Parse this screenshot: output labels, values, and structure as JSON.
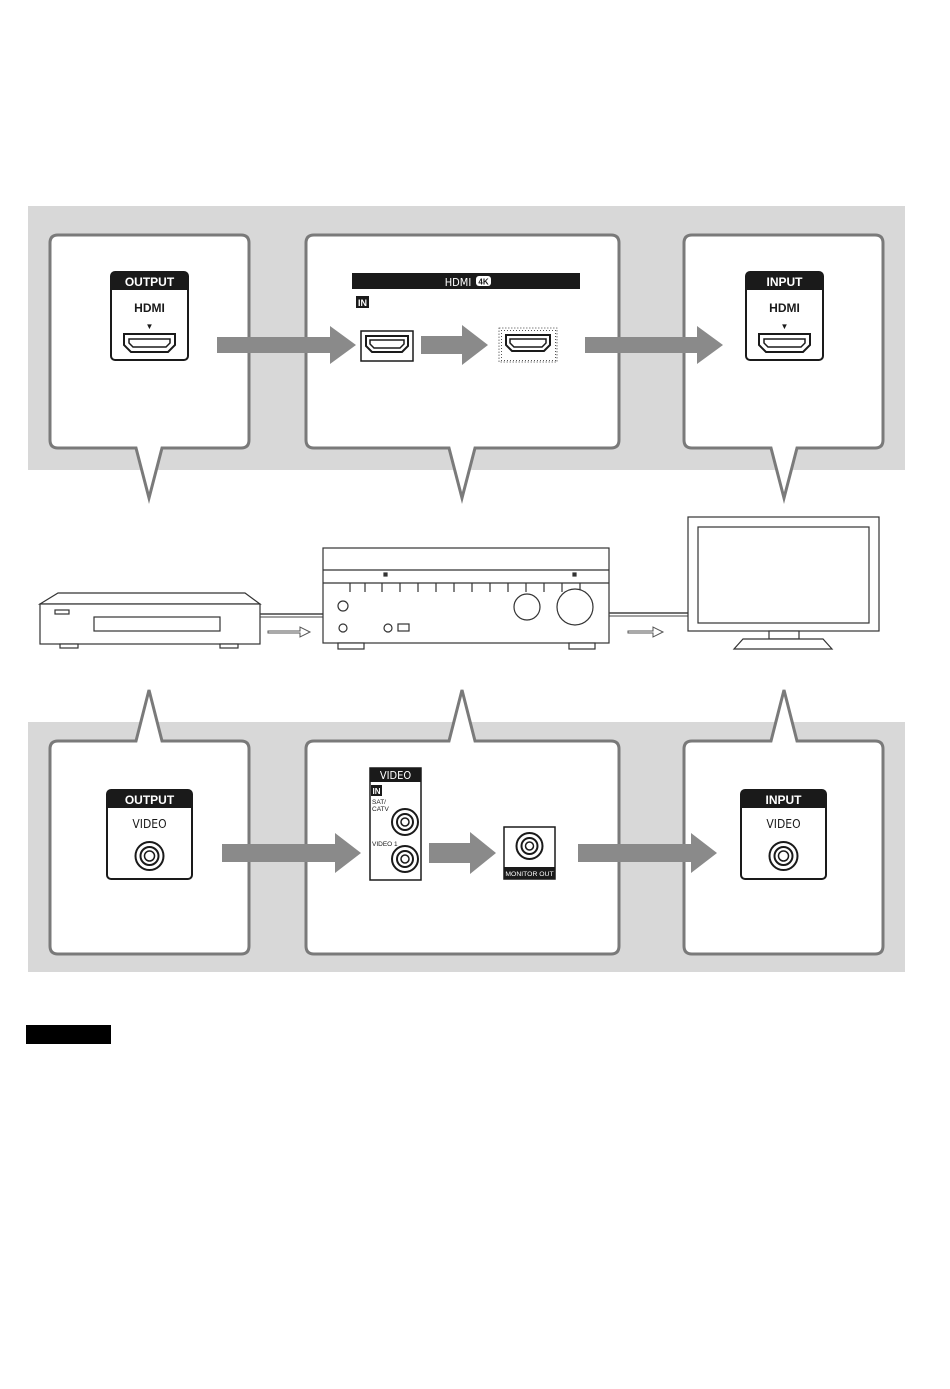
{
  "top_row": {
    "source_box": {
      "badge": "OUTPUT",
      "jack_label": "HDMI",
      "marker": "▼"
    },
    "receiver_box": {
      "header": "HDMI",
      "header_badge": "4K",
      "in_badge": "IN"
    },
    "tv_box": {
      "badge": "INPUT",
      "jack_label": "HDMI",
      "marker": "▼"
    }
  },
  "bottom_row": {
    "source_box": {
      "badge": "OUTPUT",
      "jack_label": "VIDEO"
    },
    "receiver_box": {
      "panel_header": "VIDEO",
      "in_badge": "IN",
      "input_1_label_line1": "SAT/",
      "input_1_label_line2": "CATV",
      "input_2_label": "VIDEO 1",
      "monitor_out_label": "MONITOR OUT"
    },
    "tv_box": {
      "badge": "INPUT",
      "jack_label": "VIDEO"
    }
  },
  "colors": {
    "panel_background": "#d8d8d8",
    "arrow": "#8a8a8a",
    "badge": "#1a1a1a",
    "outline": "#7a7a7a"
  }
}
